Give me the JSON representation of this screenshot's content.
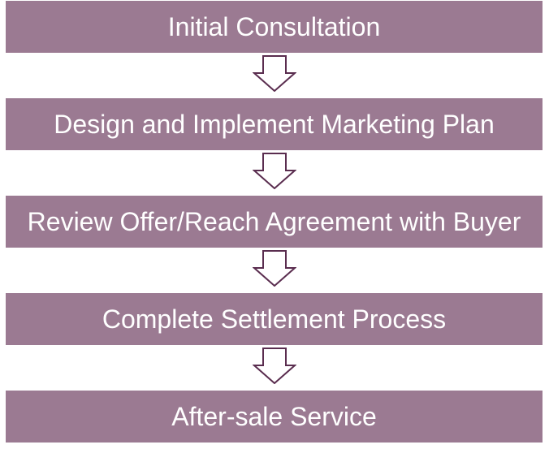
{
  "flowchart": {
    "box_color": "#9B7A92",
    "text_color": "#FFFFFF",
    "arrow_stroke_color": "#5A2D4F",
    "steps": [
      {
        "label": "Initial Consultation"
      },
      {
        "label": "Design and Implement Marketing Plan"
      },
      {
        "label": "Review Offer/Reach Agreement with Buyer"
      },
      {
        "label": "Complete Settlement Process"
      },
      {
        "label": "After-sale Service"
      }
    ],
    "arrows": [
      {
        "icon": "down-arrow-outline-icon"
      },
      {
        "icon": "down-arrow-outline-icon"
      },
      {
        "icon": "down-arrow-outline-icon"
      },
      {
        "icon": "down-arrow-outline-icon"
      }
    ]
  }
}
